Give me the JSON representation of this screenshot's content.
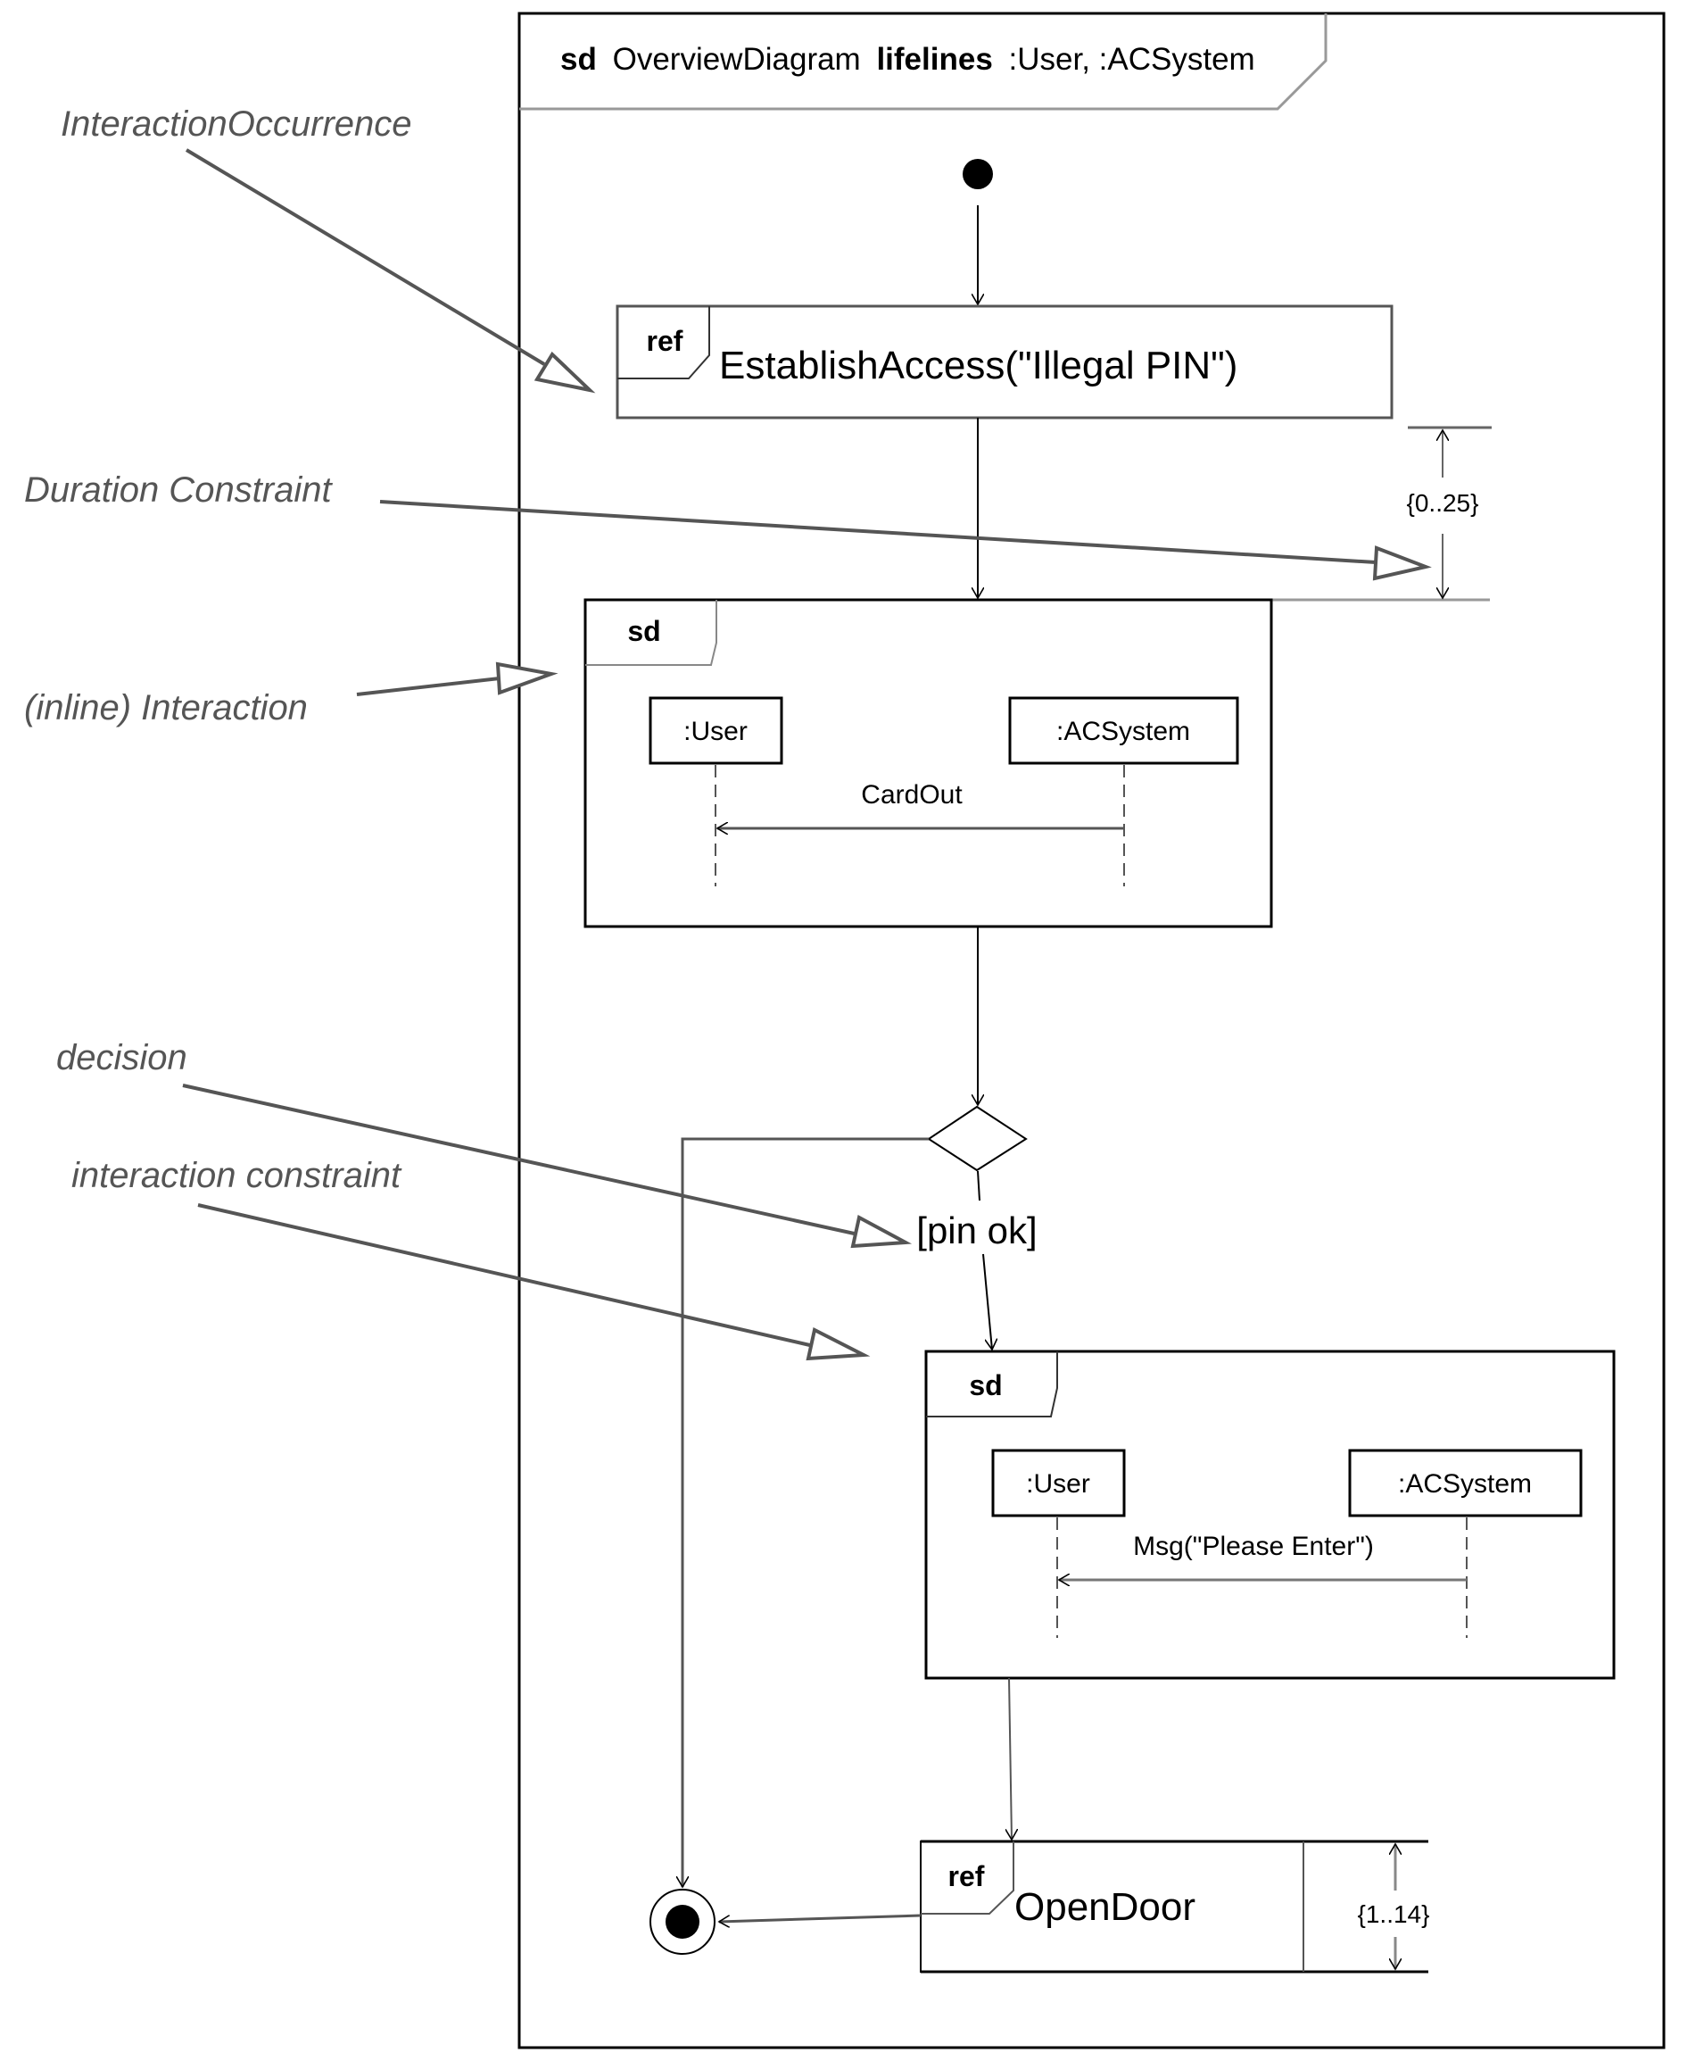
{
  "frame": {
    "keyword": "sd",
    "name": "OverviewDiagram",
    "lifelines_keyword": "lifelines",
    "lifelines": ":User, :ACSystem"
  },
  "annotations": {
    "interaction_occurrence": "InteractionOccurrence",
    "duration_constraint": "Duration Constraint",
    "inline_interaction": "(inline) Interaction",
    "decision": "decision",
    "interaction_constraint": "interaction constraint"
  },
  "ref1": {
    "keyword": "ref",
    "text": "EstablishAccess(\"Illegal PIN\")"
  },
  "duration1": {
    "text": "{0..25}"
  },
  "sd1": {
    "keyword": "sd",
    "lifeline_left": ":User",
    "lifeline_right": ":ACSystem",
    "message": "CardOut"
  },
  "guard": {
    "text": "[pin ok]"
  },
  "sd2": {
    "keyword": "sd",
    "lifeline_left": ":User",
    "lifeline_right": ":ACSystem",
    "message": "Msg(\"Please Enter\")"
  },
  "ref2": {
    "keyword": "ref",
    "text": "OpenDoor"
  },
  "duration2": {
    "text": "{1..14}"
  },
  "colors": {
    "line": "#000000",
    "annotation": "#555555",
    "annotation_arrow": "#555555"
  }
}
